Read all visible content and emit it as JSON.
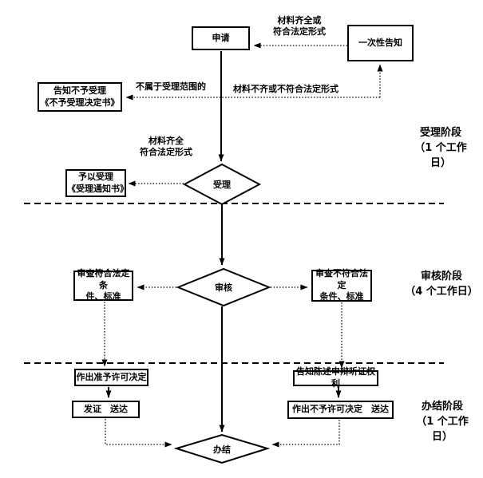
{
  "diagram": {
    "nodes": {
      "apply": "申请",
      "one_time_notice": "一次性告知",
      "reject_notice": "告知不予受理\n《不予受理决定书》",
      "accept_notice": "予以受理\n《受理通知书》",
      "accept_check": "受理",
      "review_check": "审核",
      "review_pass": "审查符合法定条\n件、标准",
      "review_fail": "审查不符合法定\n条件、标准",
      "grant_decision": "作出准予许可决定",
      "issue_deliver": "发证　送达",
      "inform_rights": "告知陈述申辩听证权利",
      "deny_decision": "作出不予许可决定　送达",
      "finish_check": "办结"
    },
    "edge_labels": {
      "complete_or_legal": "材料齐全或\n符合法定形式",
      "out_of_scope": "不属于受理范围的",
      "incomplete_or_illegal": "材料不齐或不符合法定形式",
      "complete_legal": "材料齐全\n符合法定形式"
    },
    "stage_labels": {
      "accept_stage": "受理阶段\n（1 个工作\n日）",
      "review_stage": "审核阶段\n（4 个工作日）",
      "finish_stage": "办结阶段\n（1 个工作\n日）"
    },
    "colors": {
      "line": "#000000",
      "background": "#ffffff",
      "text": "#000000"
    }
  }
}
